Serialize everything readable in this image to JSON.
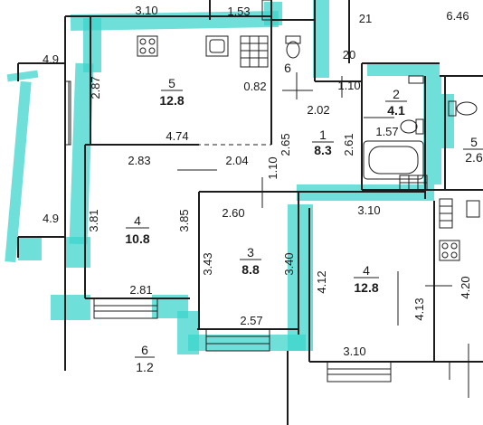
{
  "floorplan": {
    "highlight_color": "#3dd6cc",
    "wall_color": "#1c1c1c",
    "background": "#ffffff",
    "rooms": [
      {
        "number": "5",
        "area": "12.8"
      },
      {
        "number": "1",
        "area": "8.3"
      },
      {
        "number": "2",
        "area": "4.1"
      },
      {
        "number": "4",
        "area": "10.8"
      },
      {
        "number": "3",
        "area": "8.8"
      },
      {
        "number": "4",
        "area": "12.8"
      },
      {
        "number": "6",
        "area": "1.2"
      },
      {
        "number": "6",
        "area": ""
      },
      {
        "number": "5",
        "area": "2.6"
      }
    ],
    "dimensions": [
      "3.10",
      "1.53",
      "21",
      "6.46",
      "4.9",
      "2.87",
      "20",
      "0.82",
      "1.10",
      "2.02",
      "1.57",
      "4.74",
      "2.65",
      "2.61",
      "2.83",
      "2.04",
      "1.10",
      "4.9",
      "3.81",
      "3.85",
      "2.60",
      "3.10",
      "3.43",
      "3.40",
      "4.12",
      "4.20",
      "2.81",
      "4.13",
      "2.57",
      "3.10"
    ]
  }
}
